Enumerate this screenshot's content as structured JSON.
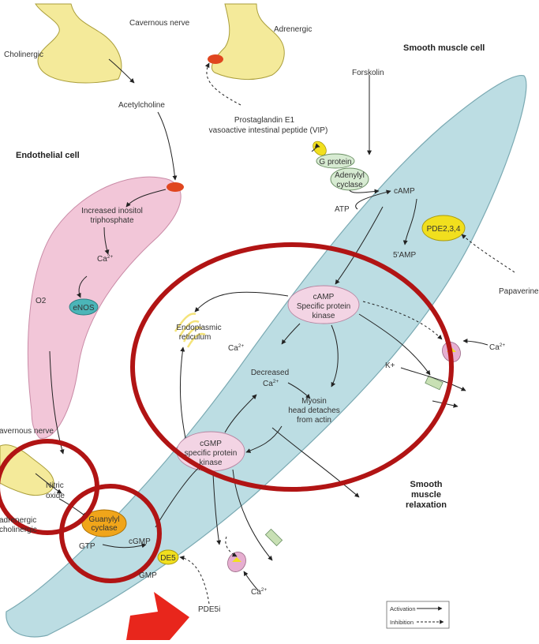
{
  "labels": {
    "cavernous_nerve_top": "Cavernous nerve",
    "adrenergic_top": "Adrenergic",
    "cholinergic_top": "Cholinergic",
    "acetylcholine": "Acetylcholine",
    "endothelial_cell": "Endothelial cell",
    "smooth_muscle_cell": "Smooth muscle cell",
    "forskolin": "Forskolin",
    "prostaglandin_1": "Prostaglandin E1",
    "prostaglandin_2": "vasoactive intestinal peptide (VIP)",
    "g_protein": "G protein",
    "adenylyl_1": "Adenylyl",
    "adenylyl_2": "cyclase",
    "camp": "cAMP",
    "atp": "ATP",
    "five_amp": "5'AMP",
    "pde234": "PDE2,3,4",
    "papaverine": "Papaverine",
    "inositol_1": "Increased inositol",
    "inositol_2": "triphosphate",
    "ca_label": "Ca",
    "superscript": "2+",
    "o2": "O2",
    "enos": "eNOS",
    "pka_1": "cAMP",
    "pka_2": "Specific protein",
    "pka_3": "kinase",
    "er_1": "Endoplasmic",
    "er_2": "reticulum",
    "decreased": "Decreased",
    "myosin_1": "Myosin",
    "myosin_2": "head detaches",
    "myosin_3": "from actin",
    "k_plus": "K+",
    "pkg_1": "cGMP",
    "pkg_2": "specific protein",
    "pkg_3": "kinase",
    "relax_1": "Smooth",
    "relax_2": "muscle",
    "relax_3": "relaxation",
    "cavernous_nerve_left": "avernous nerve",
    "nitric_1": "Nitric",
    "nitric_2": "oxide",
    "nonadrenergic_1": "adrenergic",
    "nonadrenergic_2": "cholinergic",
    "guanylyl_1": "Guanylyl",
    "guanylyl_2": "cyclase",
    "gtp": "GTP",
    "cgmp": "cGMP",
    "gmp": "GMP",
    "pde5": "DE5",
    "pde5i": "PDE5i",
    "activation": "Activation",
    "inhibition": "Inhibition"
  },
  "colors": {
    "smooth_muscle": "#bcdde3",
    "endothelial": "#f2c6d8",
    "nerve": "#f4ea9a",
    "kinase": "#f3d4e4",
    "g_protein": "#d7ebd2",
    "pde": "#f1df1e",
    "enos": "#4bb5b8",
    "guanylyl": "#f0a51a",
    "receptor_red": "#e0461f",
    "highlight": "#b11414"
  }
}
